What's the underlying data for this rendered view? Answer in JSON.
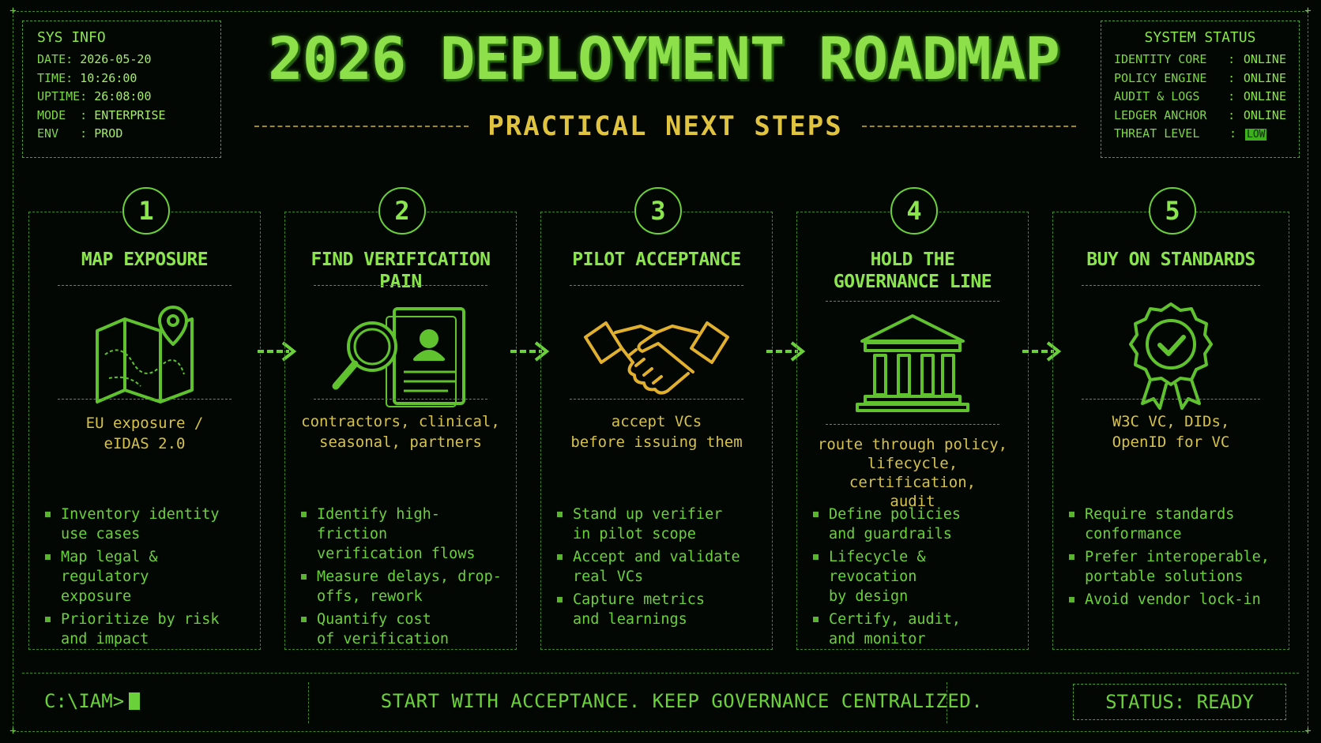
{
  "title": "2026 DEPLOYMENT ROADMAP",
  "subtitle": "PRACTICAL NEXT STEPS",
  "sys_info": {
    "header": "SYS INFO",
    "rows": [
      {
        "label": "DATE: ",
        "value": "2026-05-20"
      },
      {
        "label": "TIME: ",
        "value": "10:26:00"
      },
      {
        "label": "UPTIME: ",
        "value": "26:08:00"
      },
      {
        "label": "MODE  : ",
        "value": "ENTERPRISE"
      },
      {
        "label": "ENV   : ",
        "value": "PROD"
      }
    ]
  },
  "system_status": {
    "header": "SYSTEM STATUS",
    "rows": [
      {
        "key": "IDENTITY CORE",
        "value": "ONLINE"
      },
      {
        "key": "POLICY ENGINE",
        "value": "ONLINE"
      },
      {
        "key": "AUDIT & LOGS",
        "value": "ONLINE"
      },
      {
        "key": "LEDGER ANCHOR",
        "value": "ONLINE"
      },
      {
        "key": "THREAT LEVEL",
        "value": "LOW"
      }
    ]
  },
  "steps": [
    {
      "number": "1",
      "title": "MAP EXPOSURE",
      "icon": "map-pin-icon",
      "summary_lines": [
        "EU exposure /",
        "eIDAS 2.0"
      ],
      "bullets": [
        [
          "Inventory identity",
          "use cases"
        ],
        [
          "Map legal & regulatory",
          "exposure"
        ],
        [
          "Prioritize by risk",
          "and impact"
        ]
      ]
    },
    {
      "number": "2",
      "title": "FIND VERIFICATION PAIN",
      "icon": "magnifier-id-card-icon",
      "summary_lines": [
        "contractors, clinical,",
        "seasonal, partners"
      ],
      "bullets": [
        [
          "Identify high-friction",
          "verification flows"
        ],
        [
          "Measure delays, drop-",
          "offs, rework"
        ],
        [
          "Quantify cost",
          "of verification"
        ]
      ]
    },
    {
      "number": "3",
      "title": "PILOT ACCEPTANCE",
      "icon": "handshake-icon",
      "summary_lines": [
        "accept VCs",
        "before issuing them"
      ],
      "bullets": [
        [
          "Stand up verifier",
          "in pilot scope"
        ],
        [
          "Accept and validate",
          "real VCs"
        ],
        [
          "Capture metrics",
          "and learnings"
        ]
      ]
    },
    {
      "number": "4",
      "title_lines": [
        "HOLD THE",
        "GOVERNANCE LINE"
      ],
      "icon": "government-building-icon",
      "summary_lines": [
        "route through policy,",
        "lifecycle, certification,",
        "audit"
      ],
      "bullets": [
        [
          "Define policies",
          "and guardrails"
        ],
        [
          "Lifecycle & revocation",
          "by design"
        ],
        [
          "Certify, audit,",
          "and monitor"
        ]
      ]
    },
    {
      "number": "5",
      "title": "BUY ON STANDARDS",
      "icon": "badge-check-icon",
      "summary_lines": [
        "W3C VC, DIDs,",
        "OpenID for VC"
      ],
      "bullets": [
        [
          "Require standards",
          "conformance"
        ],
        [
          "Prefer interoperable,",
          "portable solutions"
        ],
        [
          "Avoid vendor lock-in",
          ""
        ]
      ]
    }
  ],
  "footer": {
    "prompt": "C:\\IAM>",
    "motto": "START WITH ACCEPTANCE. KEEP GOVERNANCE CENTRALIZED.",
    "status": "STATUS: READY"
  },
  "colors": {
    "background": "#030703",
    "green": "#6bd13a",
    "amber": "#e0c33e"
  }
}
